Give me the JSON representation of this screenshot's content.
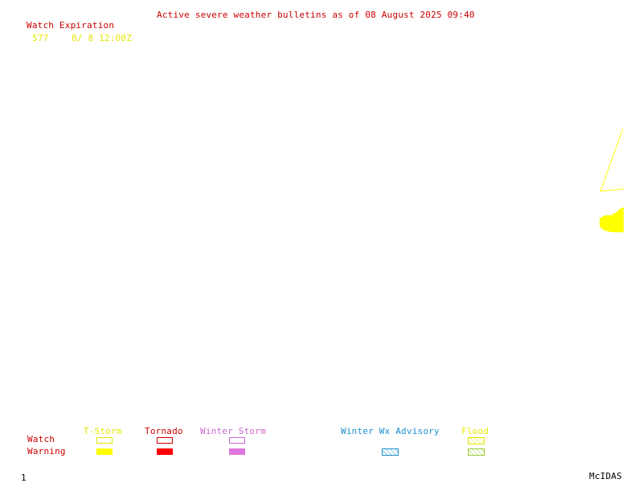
{
  "header": {
    "title": "Active severe weather bulletins as of 08 August 2025 09:40"
  },
  "watch_expiration": {
    "heading": "Watch Expiration",
    "entries": [
      {
        "id": "577",
        "expires": "8/ 8 12:00Z"
      }
    ]
  },
  "legend": {
    "row_labels": {
      "watch": "Watch",
      "warning": "Warning"
    },
    "categories": [
      {
        "name": "T-Storm",
        "color": "#e6e600"
      },
      {
        "name": "Tornado",
        "color": "#cc0000"
      },
      {
        "name": "Winter Storm",
        "color": "#cc66cc"
      },
      {
        "name": "Winter Wx Advisory",
        "color": "#1a8fcc"
      },
      {
        "name": "Flood",
        "color": "#99cc33"
      }
    ]
  },
  "footer": {
    "frame_number": "1",
    "software": "McIDAS"
  },
  "map": {
    "watch_areas": [
      {
        "id": "577",
        "type": "T-Storm",
        "style": "outline",
        "color": "#ffff00"
      }
    ],
    "warning_areas": [
      {
        "type": "T-Storm",
        "style": "filled",
        "color": "#ffff00"
      }
    ]
  }
}
